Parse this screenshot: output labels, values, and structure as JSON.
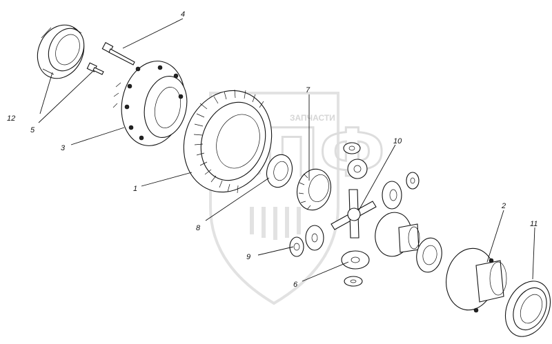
{
  "watermark": {
    "text": "ЗАПЧАСТИ",
    "letters": "СПФ"
  },
  "callouts": [
    {
      "id": "1",
      "label": "1"
    },
    {
      "id": "2",
      "label": "2"
    },
    {
      "id": "3",
      "label": "3"
    },
    {
      "id": "4",
      "label": "4"
    },
    {
      "id": "5",
      "label": "5"
    },
    {
      "id": "6",
      "label": "6"
    },
    {
      "id": "7",
      "label": "7"
    },
    {
      "id": "8",
      "label": "8"
    },
    {
      "id": "9",
      "label": "9"
    },
    {
      "id": "10",
      "label": "10"
    },
    {
      "id": "11",
      "label": "11"
    },
    {
      "id": "12",
      "label": "12"
    }
  ]
}
